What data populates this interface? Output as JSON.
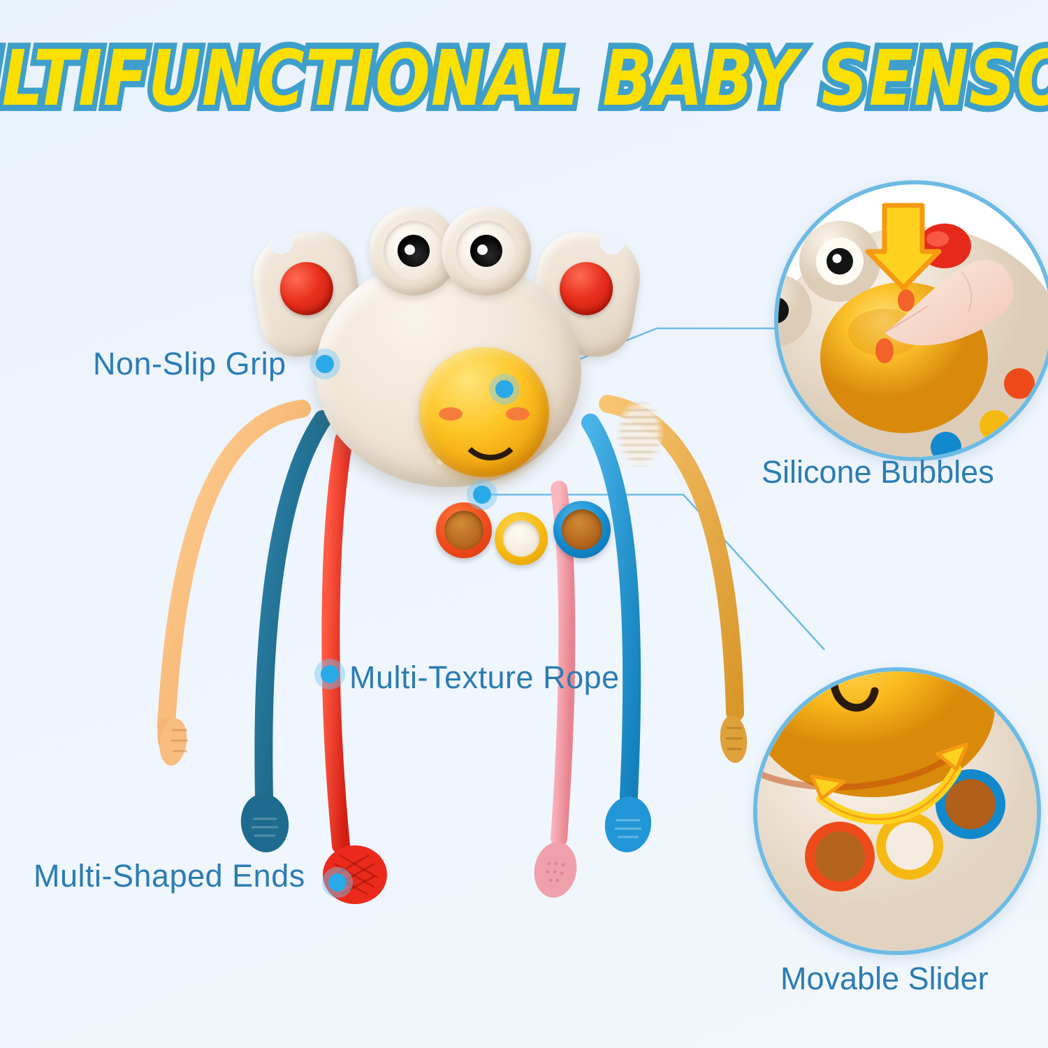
{
  "page": {
    "background_color": "#eef4fc",
    "accent_color": "#2b7cb3",
    "dot_color": "#29a9e8",
    "inset_border_color": "#6dbbe4"
  },
  "header": {
    "title": "MULTIFUNCTIONAL BABY SENSORY",
    "title_fill": "#f9e000",
    "title_outline": "#3f9fcb"
  },
  "callouts": [
    {
      "id": "non-slip-grip",
      "label": "Non-Slip Grip"
    },
    {
      "id": "multi-texture-rope",
      "label": "Multi-Texture Rope"
    },
    {
      "id": "multi-shaped-ends",
      "label": "Multi-Shaped Ends"
    },
    {
      "id": "silicone-bubbles",
      "label": "Silicone Bubbles"
    },
    {
      "id": "movable-slider",
      "label": "Movable Slider"
    }
  ],
  "insets": [
    {
      "id": "silicone-bubbles-inset",
      "caption": "Silicone Bubbles",
      "depicts": "finger pressing yellow silicone bubble",
      "arrow": "down-arrow",
      "arrow_color": "#ffd21f"
    },
    {
      "id": "movable-slider-inset",
      "caption": "Movable Slider",
      "depicts": "three slider rings with double-headed curved arrow",
      "arrow": "curved-double-arrow",
      "arrow_color": "#ffd21f"
    }
  ],
  "toy": {
    "name": "crab pull-string sensory toy",
    "body_color": "#f0e6d8",
    "face_bubble_color": "#fdc424",
    "claw_button_color": "#e8301c",
    "eyes": 2,
    "sliders": [
      {
        "name": "orange-slider",
        "ring": "#ef4a1a",
        "core": "#b4631c"
      },
      {
        "name": "yellow-slider",
        "ring": "#f6b911",
        "core": "#f1e7d6"
      },
      {
        "name": "blue-slider",
        "ring": "#1289cc",
        "core": "#b0601a"
      }
    ],
    "ropes": [
      {
        "name": "orange-rope",
        "color": "#f7b269",
        "end": "bumpy-tip",
        "side": "left"
      },
      {
        "name": "teal-rope",
        "color": "#1f6f96",
        "end": "oval-paddle",
        "side": "left"
      },
      {
        "name": "red-rope",
        "color": "#ed2f22",
        "end": "mesh-pad",
        "side": "left"
      },
      {
        "name": "pink-rope",
        "color": "#f09aa6",
        "end": "mesh-oval",
        "side": "right"
      },
      {
        "name": "lightblue-rope",
        "color": "#2196d6",
        "end": "oval-paddle",
        "side": "right"
      },
      {
        "name": "gold-rope",
        "color": "#e9a937",
        "end": "bumpy-tip",
        "side": "right"
      }
    ]
  }
}
